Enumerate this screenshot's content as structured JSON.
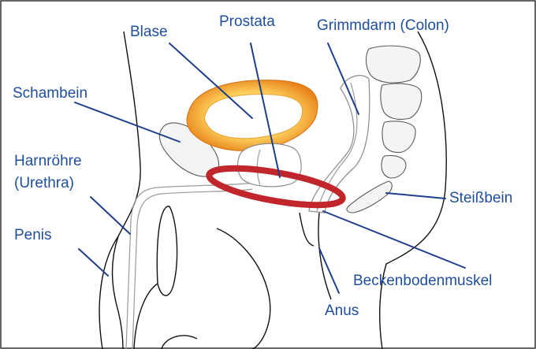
{
  "labels": {
    "blase": "Blase",
    "prostata": "Prostata",
    "grimmdarm": "Grimmdarm (Colon)",
    "schambein": "Schambein",
    "harnroehre_1": "Harnröhre",
    "harnroehre_2": "(Urethra)",
    "penis": "Penis",
    "steissbein": "Steißbein",
    "beckenbodenmuskel": "Beckenbodenmuskel",
    "anus": "Anus"
  },
  "colors": {
    "label_text": "#1f4e9c",
    "leader_line": "#1f3f8a",
    "pelvic_floor_muscle": "#c0262b",
    "bladder_outer": "#e8901a",
    "bladder_inner": "#ffd060",
    "frame": "#333333"
  }
}
